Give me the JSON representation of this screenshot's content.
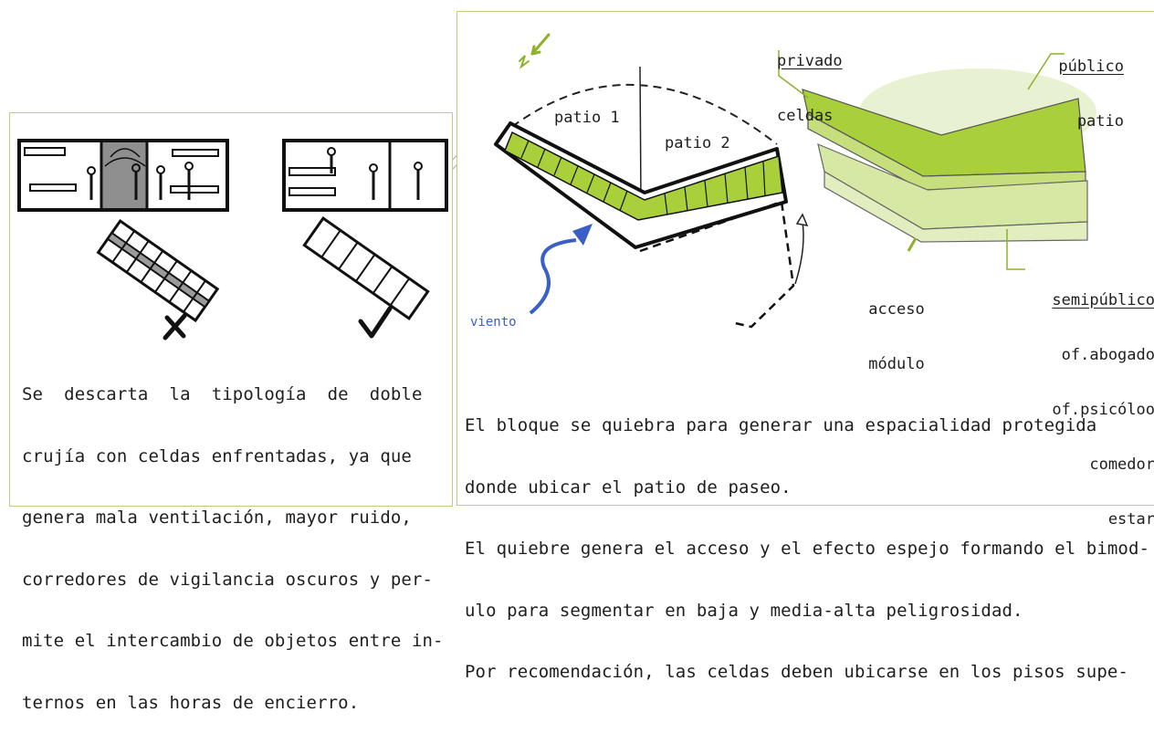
{
  "left": {
    "description": [
      "Se  descarta  la  tipología  de  doble",
      "crujía con celdas enfrentadas, ya que",
      "genera mala ventilación, mayor ruido,",
      "corredores de vigilancia oscuros y per-",
      "mite el intercambio de objetos entre in-",
      "ternos en las horas de encierro."
    ]
  },
  "diagram": {
    "patio1": "patio 1",
    "patio2": "patio 2",
    "wind": "viento"
  },
  "zones": {
    "private_title": "privado",
    "private_items": [
      "celdas"
    ],
    "public_title": "público",
    "public_items": [
      "patio"
    ],
    "semipublic_title": "semipúblico",
    "semipublic_items": [
      "of.abogado",
      "of.psicóloo",
      "comedor",
      "estar"
    ],
    "access": [
      "acceso",
      "módulo"
    ]
  },
  "right": {
    "description": [
      "El bloque se quiebra para generar una espacialidad protegida",
      "donde ubicar el patio de paseo.",
      "El quiebre genera el acceso y el efecto espejo formando el bimod-",
      "ulo para segmentar en baja y media-alta peligrosidad.",
      "Por recomendación, las celdas deben ubicarse en los pisos supe-"
    ]
  },
  "colors": {
    "green": "#a9cf3a",
    "light_green": "#d7e8a4",
    "pale_green": "#e9f1d3",
    "frame": "#b9cf7a",
    "blue": "#3a5fc6",
    "ink": "#1e1e1e"
  }
}
